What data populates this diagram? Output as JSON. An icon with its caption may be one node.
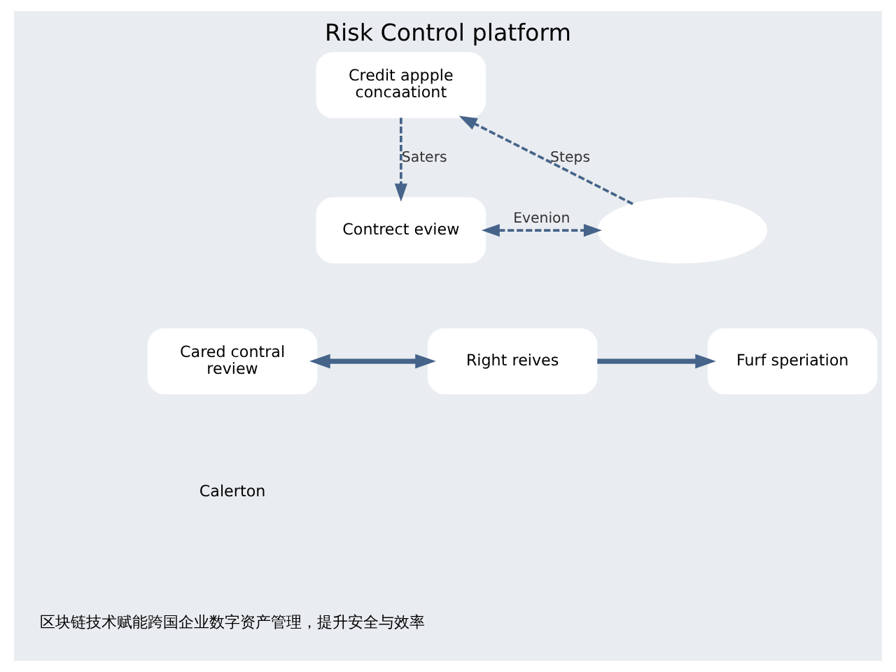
{
  "diagram": {
    "title": "Risk Control platform",
    "nodes": [
      {
        "text": [
          "Credit appple concaationt"
        ]
      },
      {
        "text": [],
        "shape": "ellipse"
      },
      {
        "text": [
          "Contrect eview"
        ]
      },
      {
        "text": [
          "Cared contral review"
        ]
      },
      {
        "text": [
          "Right reives"
        ]
      },
      {
        "text": [
          "Furf speriation"
        ]
      }
    ],
    "edges": [
      {
        "from": 1,
        "to": 0,
        "arrow": "to",
        "style": "dashed",
        "label": "Steps"
      },
      {
        "from": 0,
        "to": 2,
        "arrow": "to",
        "style": "dashed",
        "label": "Saters"
      },
      {
        "from": 2,
        "to": 1,
        "arrow": "both",
        "style": "dashed",
        "label": "Evenion"
      },
      {
        "from": 3,
        "to": 4,
        "arrow": "both",
        "style": "thick"
      },
      {
        "from": 4,
        "to": 5,
        "arrow": "to",
        "style": "thick"
      }
    ],
    "labels": [
      "Calerton",
      "区块链技术赋能跨国企业数字资产管理，提升安全与效率"
    ]
  }
}
